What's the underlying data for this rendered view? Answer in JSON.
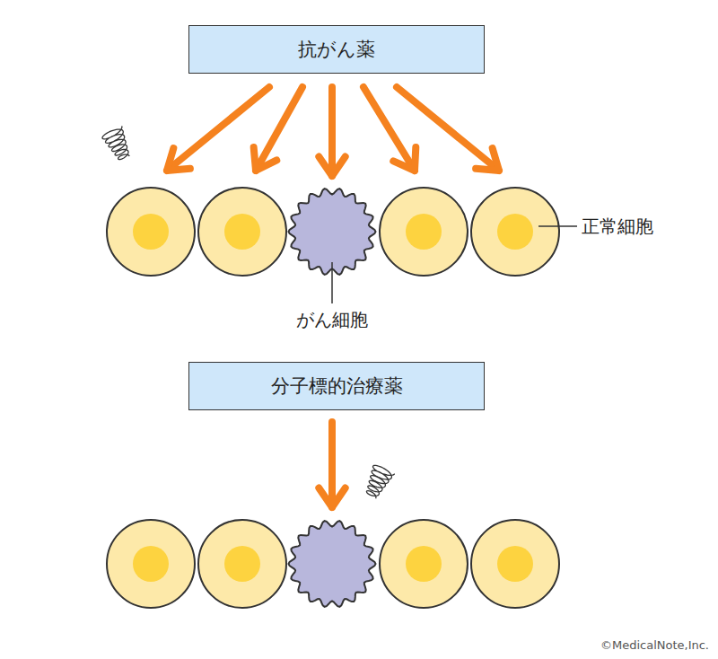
{
  "diagram": {
    "nodes": [
      {
        "text": [
          "抗がん薬"
        ]
      },
      {
        "text": [
          "分子標的治療薬"
        ]
      }
    ],
    "labels": [
      "正常細胞",
      "がん細胞",
      "©MedicalNote,Inc."
    ]
  }
}
